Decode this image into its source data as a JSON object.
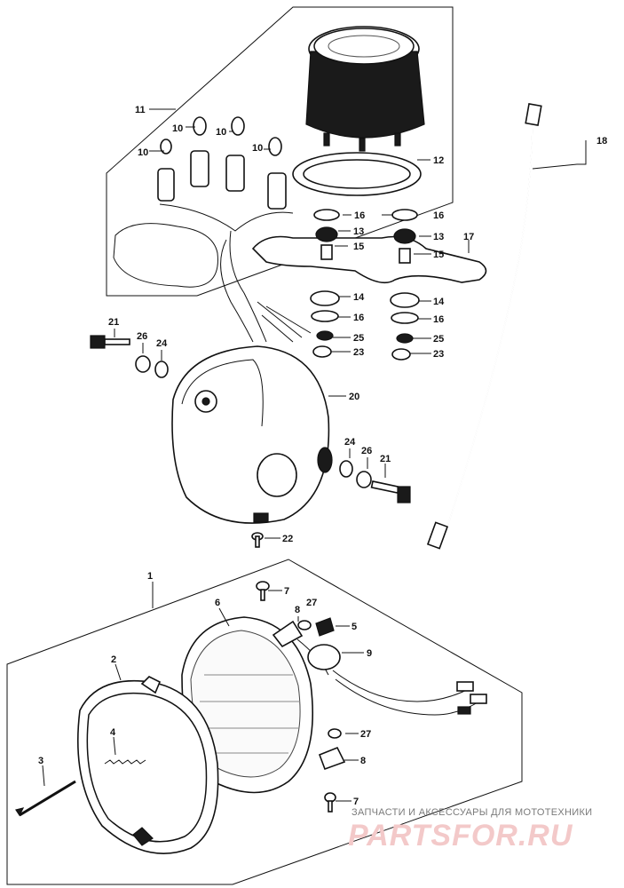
{
  "labels": {
    "p1": "1",
    "p2": "2",
    "p3": "3",
    "p4": "4",
    "p5": "5",
    "p6": "6",
    "p7a": "7",
    "p7b": "7",
    "p8a": "8",
    "p8b": "8",
    "p9": "9",
    "p10a": "10",
    "p10b": "10",
    "p10c": "10",
    "p10d": "10",
    "p11": "11",
    "p12": "12",
    "p13a": "13",
    "p13b": "13",
    "p14a": "14",
    "p14b": "14",
    "p15a": "15",
    "p15b": "15",
    "p16a": "16",
    "p16b": "16",
    "p16c": "16",
    "p16d": "16",
    "p17": "17",
    "p18": "18",
    "p20": "20",
    "p21a": "21",
    "p21b": "21",
    "p22": "22",
    "p23a": "23",
    "p23b": "23",
    "p24a": "24",
    "p24b": "24",
    "p25a": "25",
    "p25b": "25",
    "p26a": "26",
    "p26b": "26",
    "p27a": "27",
    "p27b": "27"
  },
  "watermark": {
    "subtitle": "ЗАПЧАСТИ И АКСЕССУАРЫ ДЛЯ МОТОТЕХНИКИ",
    "brand": "PARTSFOR.RU"
  }
}
